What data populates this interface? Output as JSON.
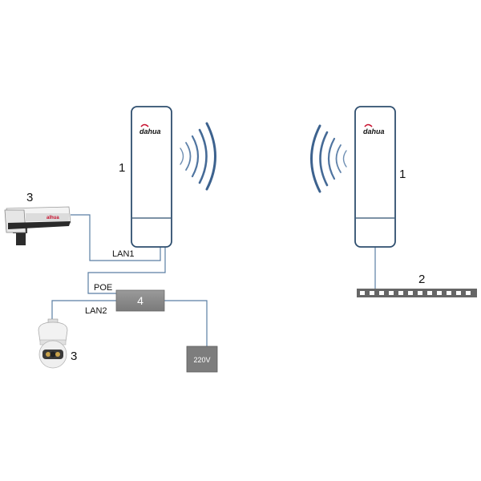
{
  "devices": {
    "left_bridge": {
      "number": "1",
      "brand": "dahua"
    },
    "right_bridge": {
      "number": "1",
      "brand": "dahua"
    },
    "bullet_camera": {
      "number": "3",
      "brand": "alhua"
    },
    "dome_camera": {
      "number": "3"
    },
    "poe_injector": {
      "number": "4"
    },
    "switch": {
      "number": "2"
    },
    "power_supply": {
      "label": "220V"
    }
  },
  "ports": {
    "lan1": "LAN1",
    "poe": "POE",
    "lan2": "LAN2"
  },
  "colors": {
    "device_outline": "#2f4f6f",
    "wire": "#5a7ea3",
    "wave": "#4a6f98",
    "injector": "#8a8a8a",
    "psu": "#7d7d7d",
    "switch": "#666666"
  }
}
